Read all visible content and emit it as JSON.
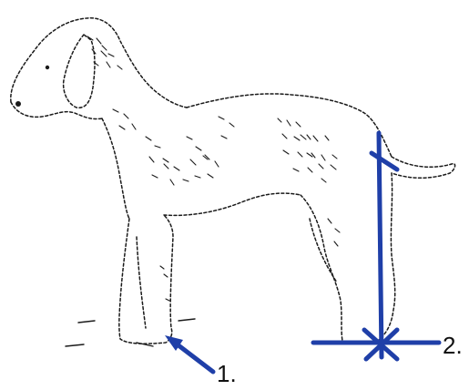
{
  "annotations": [
    {
      "id": "1",
      "text": "1."
    },
    {
      "id": "2",
      "text": "2."
    }
  ],
  "colors": {
    "annotation": "#1f3fa8",
    "sketch": "#1a1a1a",
    "background": "#ffffff"
  },
  "icons": {
    "arrow_1": "arrow-icon",
    "measure_cross_2": "crosshair-measure-icon"
  }
}
